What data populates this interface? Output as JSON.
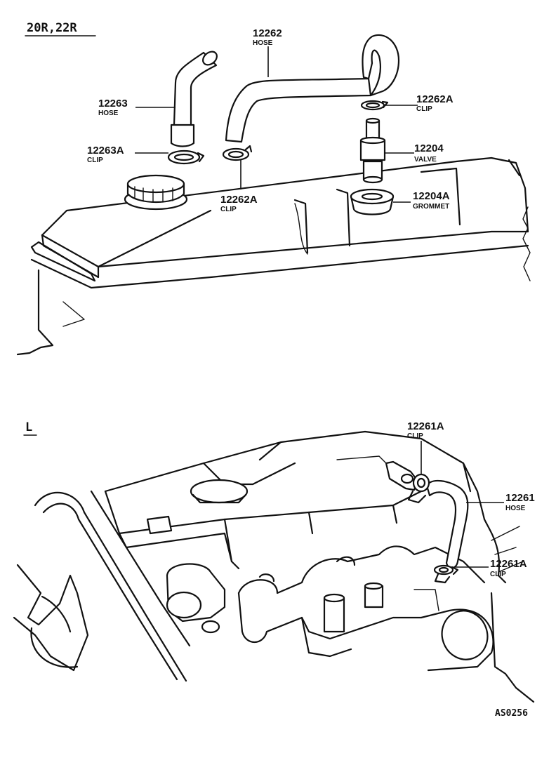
{
  "sections": {
    "top": {
      "title": "20R,22R"
    },
    "bottom": {
      "title": "L"
    }
  },
  "callouts": {
    "c12262": {
      "number": "12262",
      "name": "HOSE"
    },
    "c12263": {
      "number": "12263",
      "name": "HOSE"
    },
    "c12262A1": {
      "number": "12262A",
      "name": "CLIP"
    },
    "c12263A": {
      "number": "12263A",
      "name": "CLIP"
    },
    "c12262A2": {
      "number": "12262A",
      "name": "CLIP"
    },
    "c12204": {
      "number": "12204",
      "name": "VALVE"
    },
    "c12204A": {
      "number": "12204A",
      "name": "GROMMET"
    },
    "c12261A1": {
      "number": "12261A",
      "name": "CLIP"
    },
    "c12261": {
      "number": "12261",
      "name": "HOSE"
    },
    "c12261A2": {
      "number": "12261A",
      "name": "CLIP"
    }
  },
  "figure_code": "AS0256"
}
